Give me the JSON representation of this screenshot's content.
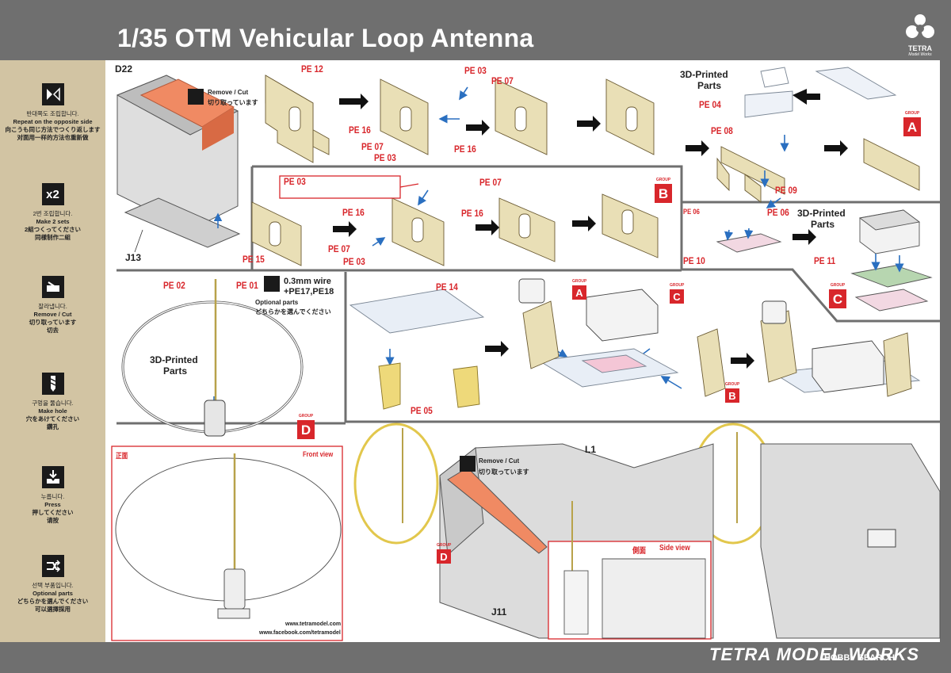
{
  "title": "1/35 OTM Vehicular Loop Antenna",
  "brand": "TETRA MODEL WORKS",
  "logo_text": {
    "line1": "TETRA",
    "line2": "Model Works"
  },
  "watermark": "HOBBY SEARCH",
  "legend": [
    {
      "icon": "symmetric-icon",
      "ko": "반대쪽도 조립합니다.",
      "en": "Repeat on the opposite side",
      "ja": "向こうも同じ方法でつくり返します",
      "zh": "对面用一样的方法也重新做"
    },
    {
      "icon": "x2-icon",
      "icon_text": "x2",
      "ko": "2번 조립합니다.",
      "en": "Make 2 sets",
      "ja": "2組つくってください",
      "zh": "同樣制作二組"
    },
    {
      "icon": "cut-icon",
      "ko": "잘라냅니다.",
      "en": "Remove / Cut",
      "ja": "切り取っています",
      "zh": "切去"
    },
    {
      "icon": "drill-icon",
      "ko": "구멍을 뚫습니다.",
      "en": "Make hole",
      "ja": "穴をあけてください",
      "zh": "鑽孔"
    },
    {
      "icon": "press-icon",
      "ko": "누릅니다.",
      "en": "Press",
      "ja": "押してください",
      "zh": "请按"
    },
    {
      "icon": "optional-icon",
      "ko": "선택 부품입니다.",
      "en": "Optional parts",
      "ja": "どちらかを選んでください",
      "zh": "可以選擇採用"
    }
  ],
  "labels": {
    "d22": "D22",
    "j13": "J13",
    "j11": "J11",
    "l1": "L1",
    "remove_cut": "Remove / Cut",
    "remove_cut_ja": "切り取っています",
    "printed": "3D-Printed",
    "parts": "Parts",
    "wire": "0.3mm wire",
    "wire_parts": "+PE17,PE18",
    "optional": "Optional parts",
    "optional_ja": "どちらかを選んでください",
    "front_ko": "正面",
    "front_view": "Front view",
    "side_ko": "側面",
    "side_view": "Side view",
    "url1": "www.tetramodel.com",
    "url2": "www.facebook.com/tetramodel",
    "group": "GROUP"
  },
  "parts": {
    "pe01": "PE 01",
    "pe02": "PE 02",
    "pe03": "PE 03",
    "pe04": "PE 04",
    "pe05": "PE 05",
    "pe06": "PE 06",
    "pe07": "PE 07",
    "pe08": "PE 08",
    "pe09": "PE 09",
    "pe10": "PE 10",
    "pe11": "PE 11",
    "pe12": "PE 12",
    "pe14": "PE 14",
    "pe15": "PE 15",
    "pe16": "PE 16"
  },
  "groups": {
    "a": "A",
    "b": "B",
    "c": "C",
    "d": "D"
  },
  "colors": {
    "bar": "#6f6f6f",
    "sidebar": "#d2c4a3",
    "accent": "#d8262b",
    "brass": "#e9dfb6",
    "orange": "#f08a63"
  }
}
